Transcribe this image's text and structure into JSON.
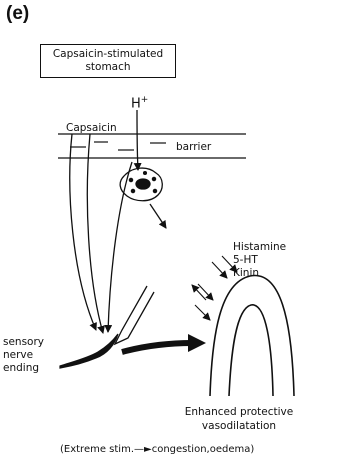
{
  "panel_label": "(e)",
  "title_box": "Capsaicin-stimulated stomach",
  "proton": "H",
  "proton_charge": "+",
  "capsaicin_label": "Capsaicin",
  "barrier_label": "barrier",
  "mediators": {
    "histamine": "Histamine",
    "serotonin": "5-HT",
    "kinin": "Kinin"
  },
  "sensory_label_lines": [
    "sensory",
    "nerve",
    "ending"
  ],
  "effect_line1": "Enhanced protective",
  "effect_line2": "vasodilatation",
  "extreme_note": {
    "open": "(Extreme stim.",
    "close": "congestion,oedema)"
  },
  "colors": {
    "ink": "#111111",
    "background": "#ffffff"
  }
}
